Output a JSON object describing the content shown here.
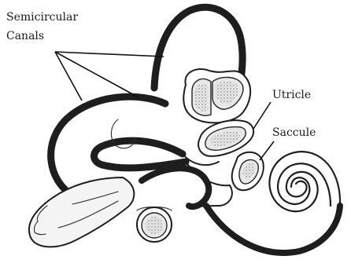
{
  "labels": {
    "semicircular_line1": "Semicircular",
    "semicircular_line2": "Canals",
    "utricle": "Utricle",
    "saccule": "Saccule"
  },
  "colors": {
    "background": "#ffffff",
    "ink": "#1e1e1e",
    "shading": "#e7e7e7"
  }
}
